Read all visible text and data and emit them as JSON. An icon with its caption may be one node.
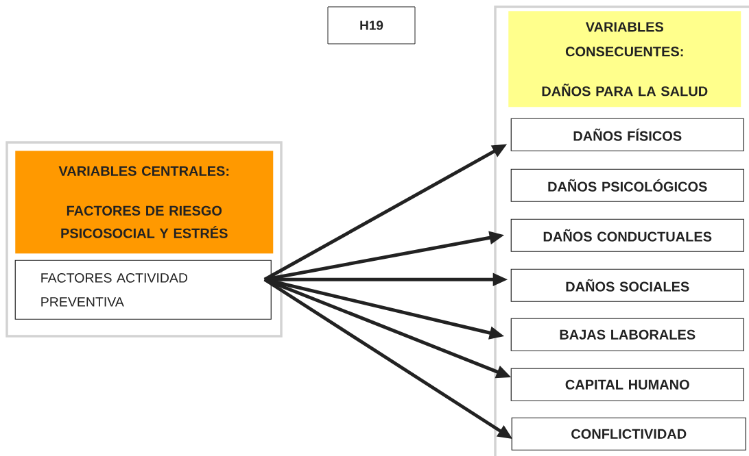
{
  "diagram": {
    "nodes": [
      {
        "text": [
          "H19"
        ]
      },
      {
        "text": [],
        "shape": "box"
      },
      {
        "text": [
          "VARIABLES CENTRALES:",
          "FACTORES DE RIESGO PSICOSOCIAL Y ESTRÉS"
        ],
        "in": 1
      },
      {
        "text": [
          "FACTORES ACTIVIDAD PREVENTIVA"
        ],
        "in": 1
      },
      {
        "text": [],
        "shape": "box"
      },
      {
        "text": [
          "VARIABLES CONSECUENTES:",
          "DAÑOS PARA LA SALUD"
        ],
        "in": 4
      },
      {
        "text": [
          "DAÑOS FÍSICOS"
        ],
        "in": 4
      },
      {
        "text": [
          "DAÑOS PSICOLÓGICOS"
        ],
        "in": 4
      },
      {
        "text": [
          "DAÑOS CONDUCTUALES"
        ],
        "in": 4
      },
      {
        "text": [
          "DAÑOS SOCIALES"
        ],
        "in": 4
      },
      {
        "text": [
          "BAJAS LABORALES"
        ],
        "in": 4
      },
      {
        "text": [
          "CAPITAL HUMANO"
        ],
        "in": 4
      },
      {
        "text": [
          "CONFLICTIVIDAD"
        ],
        "in": 4
      }
    ],
    "edges": [
      {
        "from": 3,
        "to": 6,
        "arrow": "to"
      },
      {
        "from": 3,
        "to": 8,
        "arrow": "to"
      },
      {
        "from": 3,
        "to": 9,
        "arrow": "to"
      },
      {
        "from": 3,
        "to": 10,
        "arrow": "to"
      },
      {
        "from": 3,
        "to": 11,
        "arrow": "to"
      },
      {
        "from": 3,
        "to": 12,
        "arrow": "to"
      }
    ]
  }
}
